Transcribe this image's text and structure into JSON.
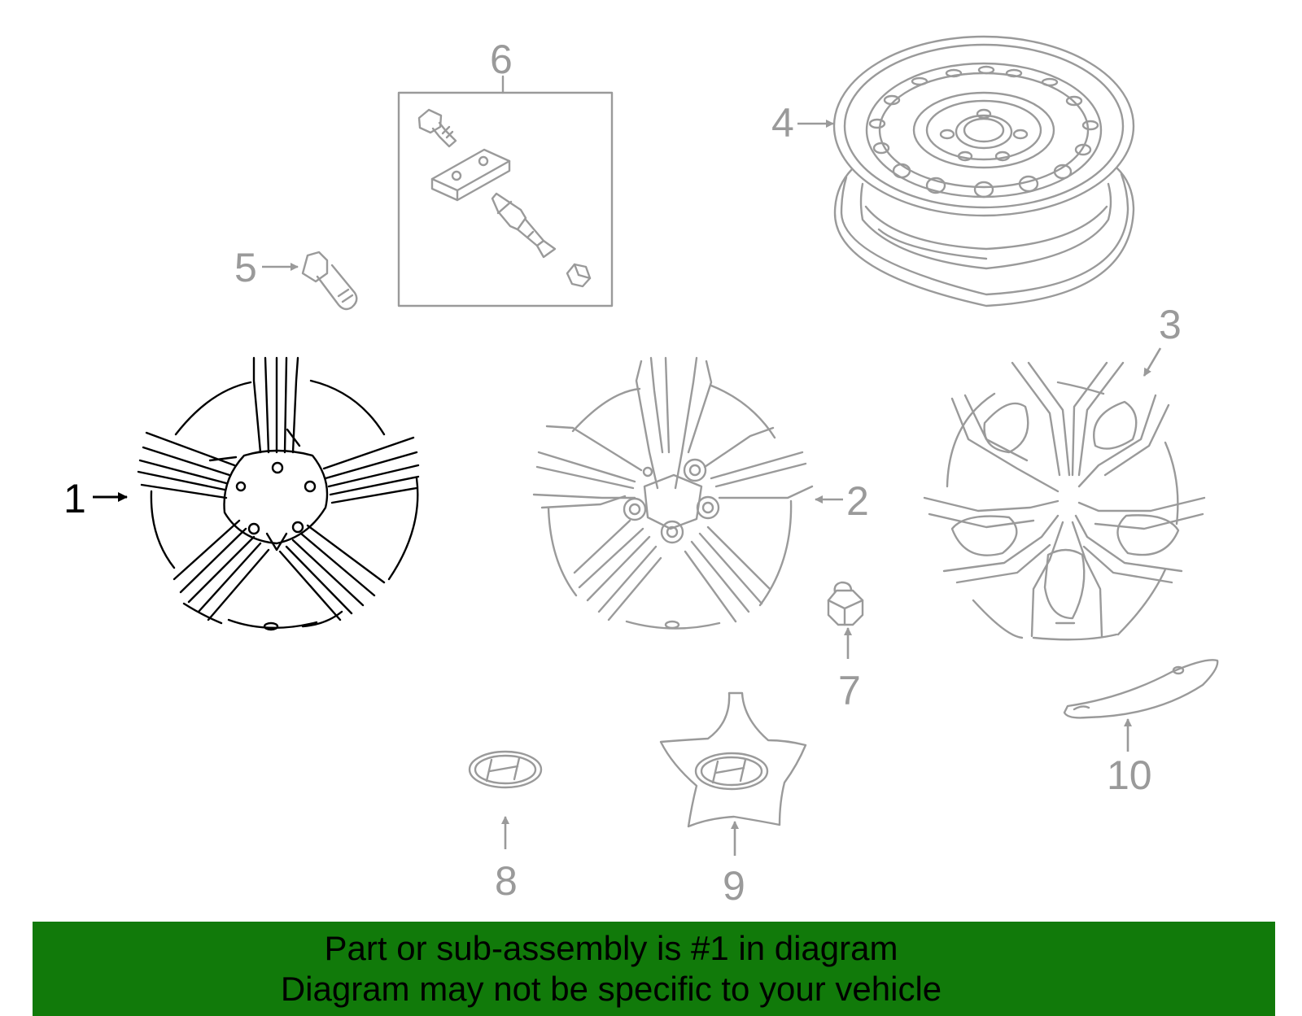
{
  "colors": {
    "part_line": "#9a9a9a",
    "highlight_line": "#000000",
    "banner_background": "#117a0a",
    "banner_text": "#000000",
    "background": "#ffffff"
  },
  "parts": [
    {
      "callout": "1",
      "highlighted": true
    },
    {
      "callout": "2",
      "highlighted": false
    },
    {
      "callout": "3",
      "highlighted": false
    },
    {
      "callout": "4",
      "highlighted": false
    },
    {
      "callout": "5",
      "highlighted": false
    },
    {
      "callout": "6",
      "highlighted": false
    },
    {
      "callout": "7",
      "highlighted": false
    },
    {
      "callout": "8",
      "highlighted": false
    },
    {
      "callout": "9",
      "highlighted": false
    },
    {
      "callout": "10",
      "highlighted": false
    }
  ],
  "banner": {
    "line1": "Part or sub-assembly is #1 in diagram",
    "line2": "Diagram may not be specific to your vehicle"
  }
}
